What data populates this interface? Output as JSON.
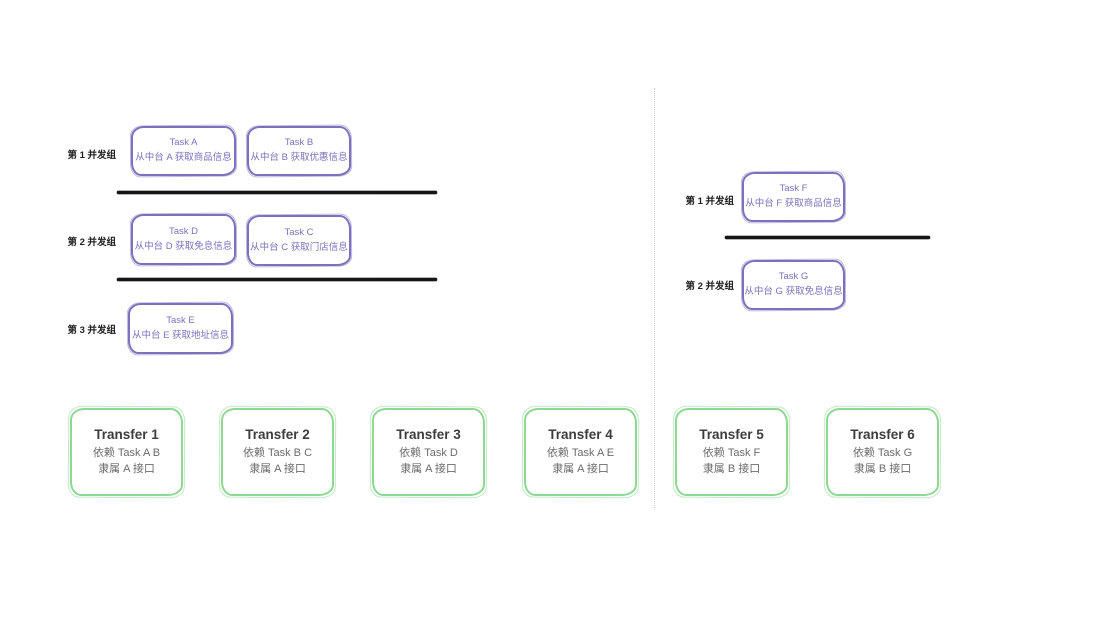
{
  "colors": {
    "task-border": "#7d71bd",
    "task-text": "#7d71bd",
    "transfer-border": "#8fd792",
    "divider": "#151515",
    "dotted-separator": "#c9c9c9"
  },
  "left": {
    "groups": [
      {
        "label": "第 1 并发组",
        "tasks": [
          {
            "title": "Task A",
            "desc": "从中台 A 获取商品信息"
          },
          {
            "title": "Task B",
            "desc": "从中台 B 获取优惠信息"
          }
        ]
      },
      {
        "label": "第 2 并发组",
        "tasks": [
          {
            "title": "Task D",
            "desc": "从中台 D 获取免息信息"
          },
          {
            "title": "Task C",
            "desc": "从中台 C 获取门店信息"
          }
        ]
      },
      {
        "label": "第 3 并发组",
        "tasks": [
          {
            "title": "Task E",
            "desc": "从中台 E 获取地址信息"
          }
        ]
      }
    ]
  },
  "right": {
    "groups": [
      {
        "label": "第 1 并发组",
        "tasks": [
          {
            "title": "Task F",
            "desc": "从中台 F 获取商品信息"
          }
        ]
      },
      {
        "label": "第 2 并发组",
        "tasks": [
          {
            "title": "Task G",
            "desc": "从中台 G 获取免息信息"
          }
        ]
      }
    ]
  },
  "transfers": [
    {
      "title": "Transfer 1",
      "dep": "依赖 Task A B",
      "owner": "隶属 A 接口"
    },
    {
      "title": "Transfer 2",
      "dep": "依赖 Task B C",
      "owner": "隶属 A 接口"
    },
    {
      "title": "Transfer 3",
      "dep": "依赖 Task D",
      "owner": "隶属 A 接口"
    },
    {
      "title": "Transfer 4",
      "dep": "依赖 Task A E",
      "owner": "隶属 A 接口"
    },
    {
      "title": "Transfer 5",
      "dep": "依赖 Task F",
      "owner": "隶属 B 接口"
    },
    {
      "title": "Transfer 6",
      "dep": "依赖 Task G",
      "owner": "隶属 B 接口"
    }
  ]
}
